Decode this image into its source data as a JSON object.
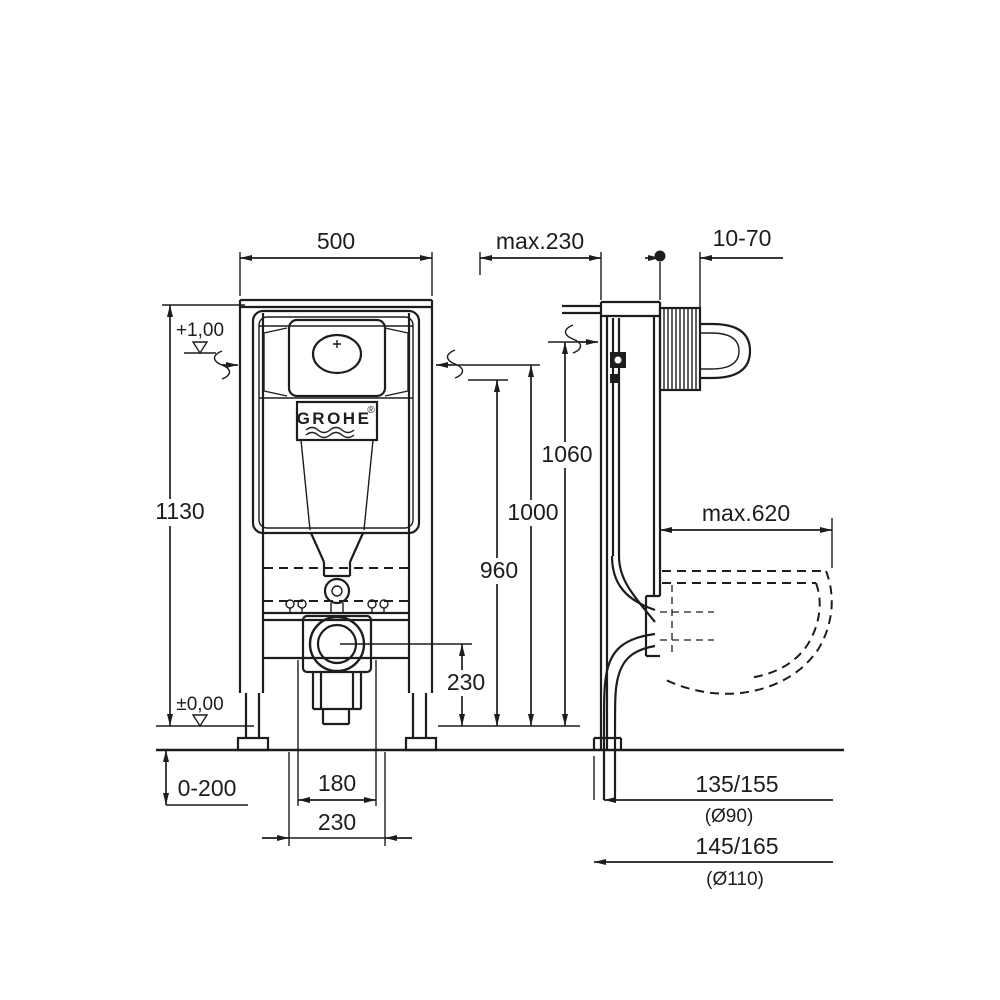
{
  "drawing": {
    "brand": "GROHE",
    "logo_mark": "®",
    "line_color": "#1d1d1b",
    "bg_color": "#ffffff",
    "front_view": {
      "width": "500",
      "height_total": "1130",
      "datum_upper": "+1,00",
      "datum_floor": "±0,00",
      "heights": {
        "h1": "1060",
        "h2": "1000",
        "h3": "960"
      },
      "drain_center_height": "230",
      "foot_adjust": "0-200",
      "spacing_inner": "180",
      "spacing_outer": "230"
    },
    "side_view": {
      "depth_max": "max.230",
      "finish_range": "10-70",
      "bowl_projection": "max.620",
      "outlet_a": {
        "value": "135/155",
        "diameter": "(Ø90)"
      },
      "outlet_b": {
        "value": "145/165",
        "diameter": "(Ø110)"
      }
    }
  }
}
